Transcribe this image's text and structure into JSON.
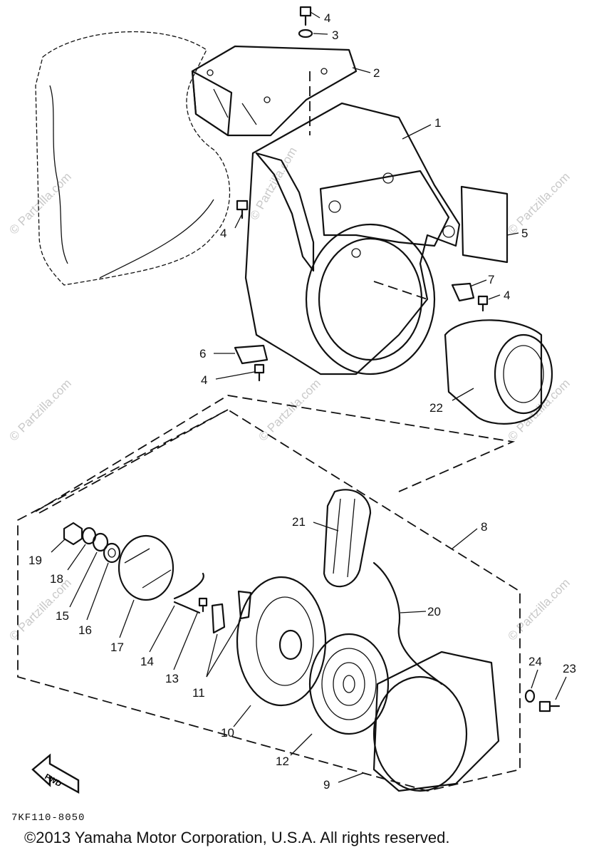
{
  "diagram": {
    "code": "7KF110-8050",
    "copyright": "©2013  Yamaha Motor Corporation, U.S.A. All rights reserved.",
    "watermark": "© Partzilla.com",
    "direction_badge": "FWD",
    "callouts": {
      "p1": "1",
      "p2": "2",
      "p3": "3",
      "p4a": "4",
      "p4b": "4",
      "p4c": "4",
      "p4d": "4",
      "p5": "5",
      "p6": "6",
      "p7": "7",
      "p8": "8",
      "p9": "9",
      "p10": "10",
      "p11": "11",
      "p12": "12",
      "p13": "13",
      "p14": "14",
      "p15": "15",
      "p16": "16",
      "p17": "17",
      "p18": "18",
      "p19": "19",
      "p20": "20",
      "p21": "21",
      "p22": "22",
      "p23": "23",
      "p24": "24"
    }
  }
}
